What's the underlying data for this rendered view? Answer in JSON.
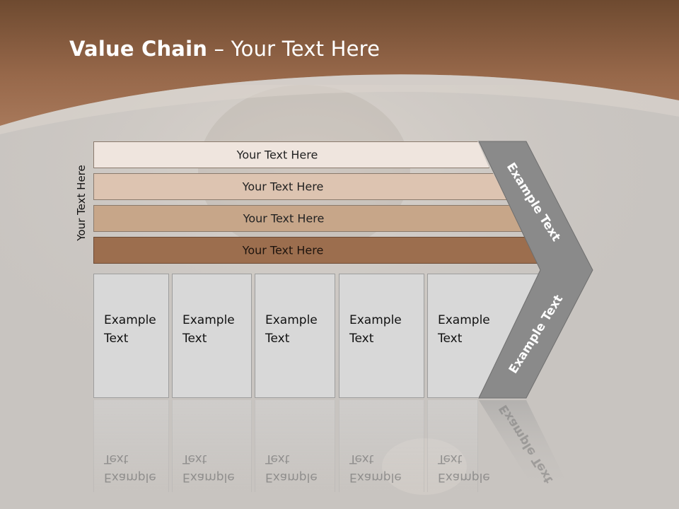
{
  "slide": {
    "title_bold": "Value Chain",
    "title_rest": " – Your Text Here",
    "side_label": "Your Text Here"
  },
  "bars": [
    {
      "label": "Your Text Here"
    },
    {
      "label": "Your Text Here"
    },
    {
      "label": "Your Text Here"
    },
    {
      "label": "Your Text Here"
    }
  ],
  "boxes": [
    {
      "label": "Example Text"
    },
    {
      "label": "Example Text"
    },
    {
      "label": "Example Text"
    },
    {
      "label": "Example Text"
    },
    {
      "label": "Example Text"
    }
  ],
  "chevron": {
    "top_label": "Example Text",
    "bottom_label": "Example Text"
  },
  "colors": {
    "header_brown": "#8a5e3e",
    "background_gray": "#c8c4c0",
    "chevron_gray": "#8a8a8a",
    "box_gray": "#d8d8d8"
  }
}
